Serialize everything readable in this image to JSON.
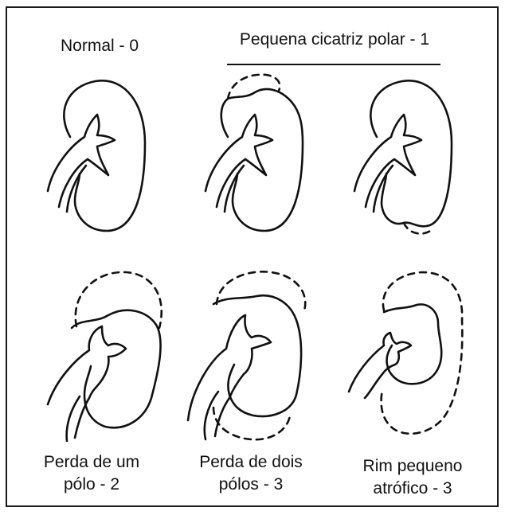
{
  "labels": {
    "normal": "Normal - 0",
    "pequena_cicatriz": "Pequena cicatriz polar - 1",
    "perda_um_polo": [
      "Perda de um",
      "pólo - 2"
    ],
    "perda_dois_polos": [
      "Perda de dois",
      "pólos - 3"
    ],
    "rim_pequeno": [
      "Rim pequeno",
      "atrófico - 3"
    ]
  },
  "colors": {
    "line": "#111111",
    "background": "#ffffff"
  }
}
